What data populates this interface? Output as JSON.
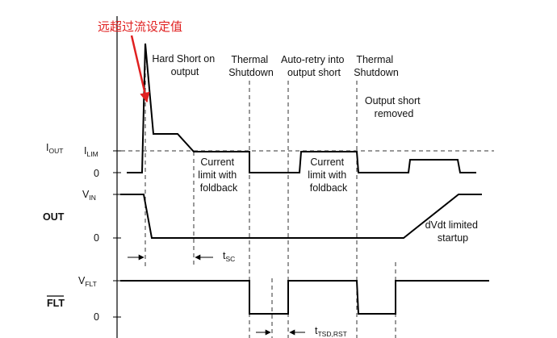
{
  "annotation": {
    "text": "远超过流设定值",
    "color": "#e02020"
  },
  "axis_labels": {
    "iout_main": "I",
    "iout_sub": "OUT",
    "ilim_main": "I",
    "ilim_sub": "LIM",
    "zero_iout": "0",
    "vin_main": "V",
    "vin_sub": "IN",
    "out": "OUT",
    "zero_out": "0",
    "vflt_main": "V",
    "vflt_sub": "FLT",
    "flt": "FLT",
    "zero_flt": "0"
  },
  "events": {
    "hard_short_l1": "Hard Short on",
    "hard_short_l2": "output",
    "thermal1_l1": "Thermal",
    "thermal1_l2": "Shutdown",
    "autoretry_l1": "Auto-retry into",
    "autoretry_l2": "output short",
    "thermal2_l1": "Thermal",
    "thermal2_l2": "Shutdown",
    "removed_l1": "Output short",
    "removed_l2": "removed",
    "current1_l1": "Current",
    "current1_l2": "limit with",
    "current1_l3": "foldback",
    "current2_l1": "Current",
    "current2_l2": "limit with",
    "current2_l3": "foldback",
    "dvdt_l1": "dVdt limited",
    "dvdt_l2": "startup"
  },
  "timing": {
    "tsc_main": "t",
    "tsc_sub": "SC",
    "ttsd_main": "t",
    "ttsd_sub": "TSD,RST"
  }
}
